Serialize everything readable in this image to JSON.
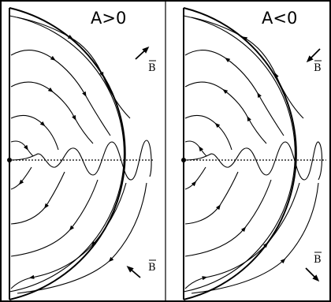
{
  "panels": [
    {
      "title": "A>0",
      "field_labels": [
        "B",
        "B"
      ],
      "field_arrows": [
        "arrow-up-right-icon",
        "arrow-up-left-icon"
      ]
    },
    {
      "title": "A<0",
      "field_labels": [
        "B",
        "B"
      ],
      "field_arrows": [
        "arrow-down-left-icon",
        "arrow-down-right-icon"
      ]
    }
  ],
  "colors": {
    "ink": "#000000",
    "background": "#ffffff"
  }
}
